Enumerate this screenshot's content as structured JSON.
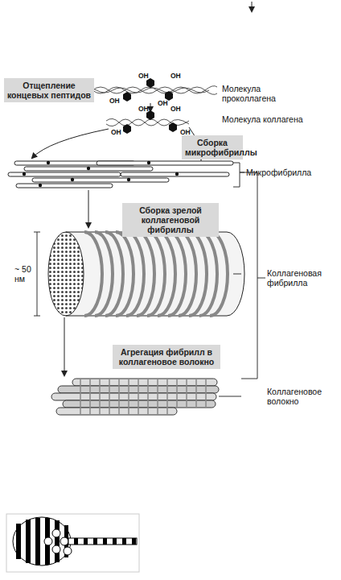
{
  "diagram": {
    "nodes": [
      {
        "text": [
          "Отщепление концевых пептидов"
        ]
      },
      {
        "text": [
          "Сборка микрофибриллы"
        ]
      },
      {
        "text": [
          "Сборка зрелой коллагеновой фибриллы"
        ]
      },
      {
        "text": [
          "Агрегация фибрилл в коллагеновое волокно"
        ]
      }
    ],
    "labels": [
      "Молекула проколлагена",
      "Молекула коллагена",
      "Микрофибрилла",
      "~ 50 нм",
      "Коллагеновая фибрилла",
      "Коллагеновое волокно",
      "OH",
      "OH",
      "OH",
      "OH",
      "OH",
      "OH",
      "OH",
      "OH"
    ]
  }
}
